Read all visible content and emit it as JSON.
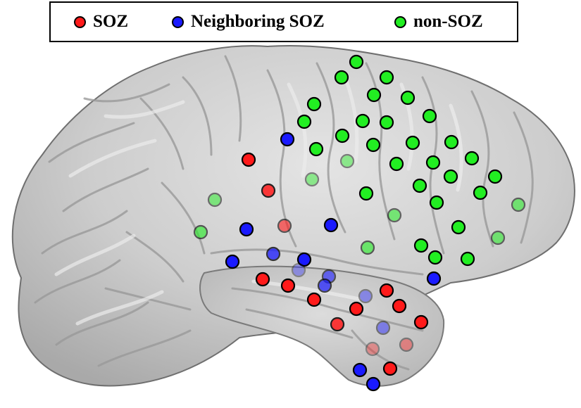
{
  "legend": {
    "items": [
      {
        "label": "SOZ",
        "color": "#ff1a1a"
      },
      {
        "label": "Neighboring SOZ",
        "color": "#1a1aff"
      },
      {
        "label": "non-SOZ",
        "color": "#22ee22"
      }
    ]
  },
  "colors": {
    "brain_fill": "#c9c9c9",
    "brain_shadow": "#8f8f8f",
    "sulcus": "#9e9e9e",
    "highlight": "#ededed",
    "electrode_outline": "#000000"
  }
}
